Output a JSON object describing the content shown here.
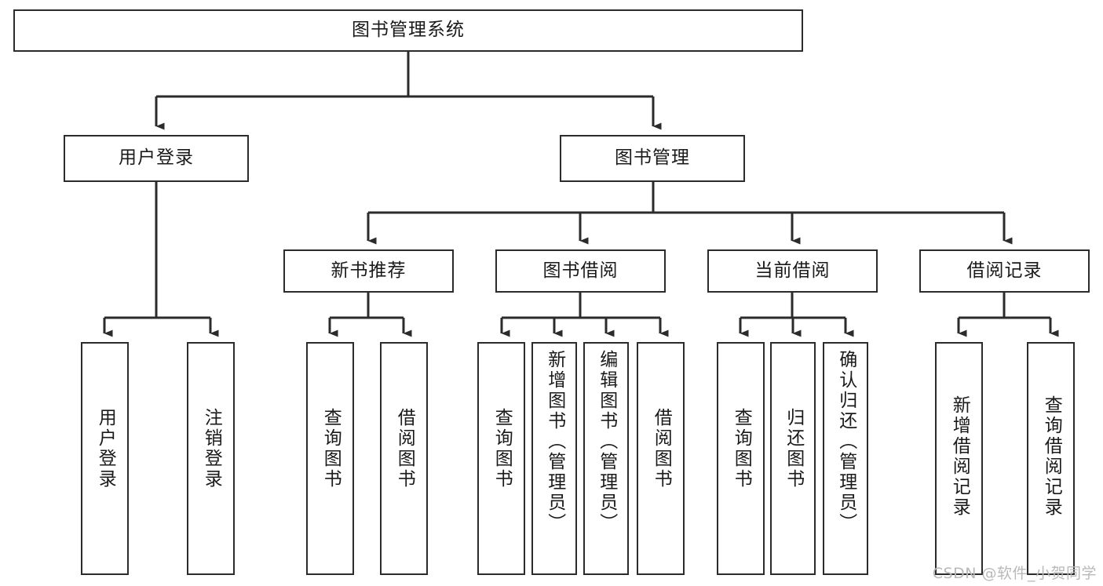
{
  "diagram": {
    "title_node": {
      "label": "图书管理系统"
    },
    "level2": [
      {
        "id": "user-login",
        "label": "用户登录"
      },
      {
        "id": "book-management",
        "label": "图书管理"
      }
    ],
    "level3": [
      {
        "id": "new-book-recommend",
        "label": "新书推荐"
      },
      {
        "id": "book-borrow",
        "label": "图书借阅"
      },
      {
        "id": "current-borrow",
        "label": "当前借阅"
      },
      {
        "id": "borrow-record",
        "label": "借阅记录"
      }
    ],
    "leaves": [
      {
        "id": "leaf-user-login",
        "label": "用户登录"
      },
      {
        "id": "leaf-logout-login",
        "label": "注销登录"
      },
      {
        "id": "leaf-query-book-1",
        "label": "查询图书"
      },
      {
        "id": "leaf-borrow-book-1",
        "label": "借阅图书"
      },
      {
        "id": "leaf-query-book-2",
        "label": "查询图书"
      },
      {
        "id": "leaf-add-book",
        "label": "新增图书（管理员）"
      },
      {
        "id": "leaf-edit-book",
        "label": "编辑图书（管理员）"
      },
      {
        "id": "leaf-borrow-book-2",
        "label": "借阅图书"
      },
      {
        "id": "leaf-query-book-3",
        "label": "查询图书"
      },
      {
        "id": "leaf-return-book",
        "label": "归还图书"
      },
      {
        "id": "leaf-confirm-return",
        "label": "确认归还（管理员）"
      },
      {
        "id": "leaf-add-record",
        "label": "新增借阅记录"
      },
      {
        "id": "leaf-query-record",
        "label": "查询借阅记录"
      }
    ]
  },
  "watermark": {
    "text": "CSDN @软件_小贺同学"
  },
  "colors": {
    "stroke": "#2b2b2b",
    "fill": "#ffffff",
    "text": "#1a1a1a",
    "watermark": "#b9b9b9"
  }
}
